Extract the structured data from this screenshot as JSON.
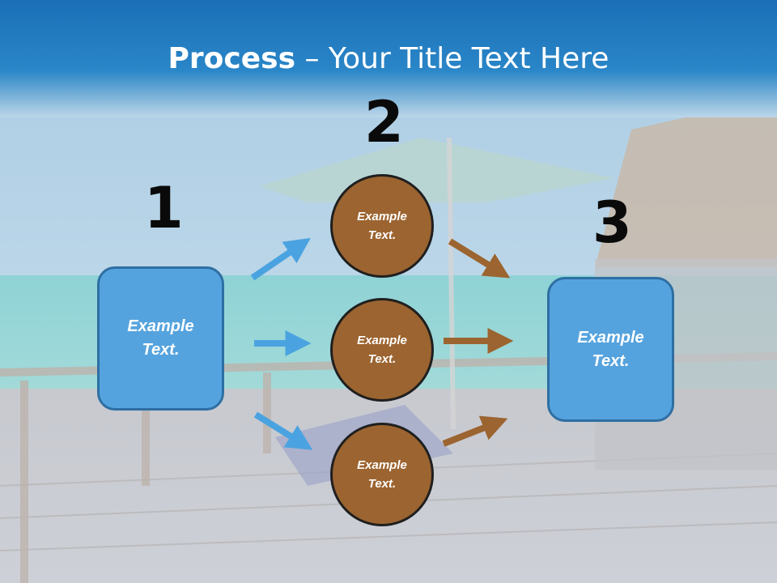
{
  "title": {
    "bold": "Process",
    "rest": " – Your Title Text Here"
  },
  "steps": {
    "one": "1",
    "two": "2",
    "three": "3"
  },
  "left_box": {
    "text": "Example\nText."
  },
  "right_box": {
    "text": "Example\nText."
  },
  "circles": [
    {
      "text": "Example\nText."
    },
    {
      "text": "Example\nText."
    },
    {
      "text": "Example\nText."
    }
  ],
  "colors": {
    "header": "#1f7cc0",
    "box": "#55a3de",
    "circle": "#9c6430",
    "blue_arrow": "#4aa3e0",
    "brown_arrow": "#9c6430"
  }
}
